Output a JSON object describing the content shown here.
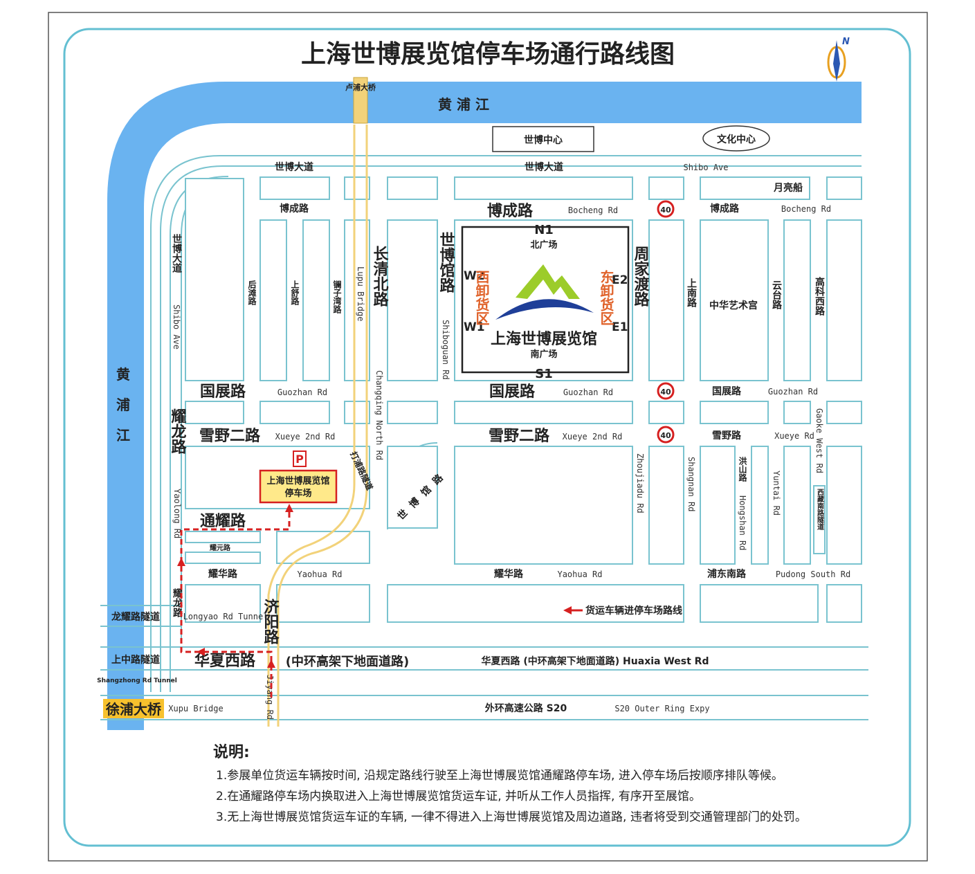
{
  "title": "上海世博展览馆停车场通行路线图",
  "compass_letter": "N",
  "rivers": {
    "huangpu_top": "黄 浦 江",
    "huangpu_left": [
      "黄",
      "浦",
      "江"
    ]
  },
  "landmarks": {
    "expo_center": "世博中心",
    "culture_center": "文化中心",
    "moon_boat": "月亮船",
    "china_art_palace": "中华艺术宫"
  },
  "bridges": {
    "lupu": "卢浦大桥",
    "lupu_en": "Lupu Bridge",
    "xupu": "徐浦大桥",
    "xupu_en": "Xupu Bridge"
  },
  "roads": {
    "shibo_ave_1": "世博大道",
    "shibo_ave_2": "世博大道",
    "shibo_ave_en": "Shibo Ave",
    "shibo_ave_vert": "世博大道",
    "shibo_ave_vert_en": "Shibo Ave",
    "bocheng_1": "博成路",
    "bocheng_2": "博成路",
    "bocheng_en_1": "Bocheng Rd",
    "bocheng_3": "博成路",
    "bocheng_en_2": "Bocheng Rd",
    "houtan": "后滩路",
    "shangshu": "上舒路",
    "xianzi": "镧子湾路",
    "changqing_north": "长清北路",
    "changqing_north_en": "Changqing North Rd",
    "shiboguan": "世博馆路",
    "shiboguan_en": "Shiboguan Rd",
    "zhoujiadu": "周家渡路",
    "zhoujiadu_en": "Zhoujiadu Rd",
    "shangnan": "上南路",
    "shangnan_en": "Shangnan Rd",
    "yuntai": "云台路",
    "yuntai_en": "Yuntai Rd",
    "gaoke_west": "高科西路",
    "gaoke_west_en": "Gaoke West Rd",
    "guozhan_1": "国展路",
    "guozhan_en_1": "Guozhan Rd",
    "guozhan_2": "国展路",
    "guozhan_en_2": "Guozhan Rd",
    "guozhan_3": "国展路",
    "guozhan_en_3": "Guozhan Rd",
    "xueye2_1": "雪野二路",
    "xueye2_en_1": "Xueye 2nd Rd",
    "xueye2_2": "雪野二路",
    "xueye2_en_2": "Xueye 2nd Rd",
    "xueye": "雪野路",
    "xueye_en": "Xueye Rd",
    "yaolong": "耀龙路",
    "yaolong_en": "Yaolong Rd",
    "tongyao": "通耀路",
    "yaoyuan": "耀元路",
    "yaohua_1": "耀华路",
    "yaohua_en_1": "Yaohua Rd",
    "yaohua_2": "耀华路",
    "yaohua_en_2": "Yaohua Rd",
    "pudong_south": "浦东南路",
    "pudong_south_en": "Pudong South Rd",
    "hongshan": "洪山路",
    "hongshan_en": "Hongshan Rd",
    "shibo_guan_curve": "世博馆路",
    "lupu_tunnel": "打浦路隧道",
    "xizang_tunnel": "西藏南路隧道",
    "longyao_tunnel": "龙耀路隧道",
    "longyao_tunnel_en": "Longyao Rd Tunnel",
    "shangzhong_tunnel": "上中路隧道",
    "shangzhong_tunnel_en": "Shangzhong Rd Tunnel",
    "yaolong_rd2": "耀龙路",
    "jiyang": "济阳路",
    "jiyang_en": "Jiyang Rd",
    "huaxia_west": "华夏西路",
    "huaxia_elevated": "(中环高架下地面道路)",
    "huaxia_full": "华夏西路 (中环高架下地面道路) Huaxia West Rd",
    "outer_ring": "外环高速公路 S20",
    "outer_ring_en": "S20 Outer Ring Expy"
  },
  "venue": {
    "name": "上海世博展览馆",
    "north_plaza": "北广场",
    "south_plaza": "南广场",
    "gates": {
      "n1": "N1",
      "s1": "S1",
      "w1": "W1",
      "w2": "W2",
      "e1": "E1",
      "e2": "E2"
    },
    "west_unload": "西卸货区",
    "east_unload": "东卸货区"
  },
  "parking": {
    "symbol": "P",
    "line1": "上海世博展览馆",
    "line2": "停车场"
  },
  "restriction_sign": "40",
  "legend": {
    "route_label": "货运车辆进停车场路线",
    "route_color": "#d62020"
  },
  "notes": {
    "heading": "说明:",
    "items": [
      "1.参展单位货运车辆按时间, 沿规定路线行驶至上海世博展览馆通耀路停车场, 进入停车场后按顺序排队等候。",
      "2.在通耀路停车场内换取进入上海世博展览馆货运车证, 并听从工作人员指挥, 有序开至展馆。",
      "3.无上海世博展览馆货运车证的车辆, 一律不得进入上海世博展览馆及周边道路, 违者将受到交通管理部门的处罚。"
    ]
  },
  "colors": {
    "river": "#6ab3f0",
    "road_edge": "#79c3cf",
    "bridge": "#f2d27a",
    "route": "#d62020",
    "frame": "#63bfd2",
    "label_bg": "#f7c12d",
    "unload_text": "#e0622a",
    "parking_box": "#ffe98a"
  }
}
